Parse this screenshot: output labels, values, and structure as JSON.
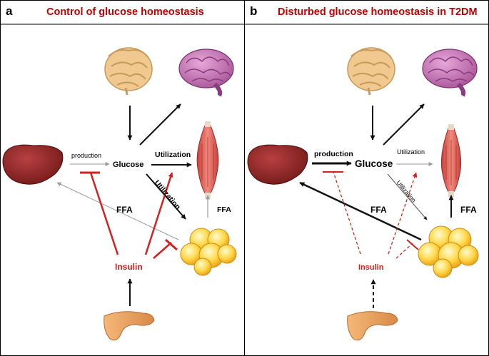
{
  "panel_a": {
    "letter": "a",
    "title": "Control of glucose homeostasis",
    "production": "production",
    "glucose": "Glucose",
    "utilization_muscle": "Utilization",
    "utilization_fat": "Utilization",
    "ffa_liver": "FFA",
    "ffa_muscle": "FFA",
    "insulin": "Insulin"
  },
  "panel_b": {
    "letter": "b",
    "title": "Disturbed glucose homeostasis in T2DM",
    "production": "production",
    "glucose": "Glucose",
    "utilization_muscle": "Utilization",
    "utilization_fat": "Utilization",
    "ffa_liver": "FFA",
    "ffa_muscle": "FFA",
    "insulin": "Insulin"
  },
  "colors": {
    "title": "#c00000",
    "insulin": "#d42020",
    "arrow": "#111111",
    "thin_arrow": "#9a9a9a"
  },
  "icons": [
    "intestine-icon",
    "brain-icon",
    "liver-icon",
    "muscle-icon",
    "adipose-icon",
    "pancreas-icon"
  ]
}
